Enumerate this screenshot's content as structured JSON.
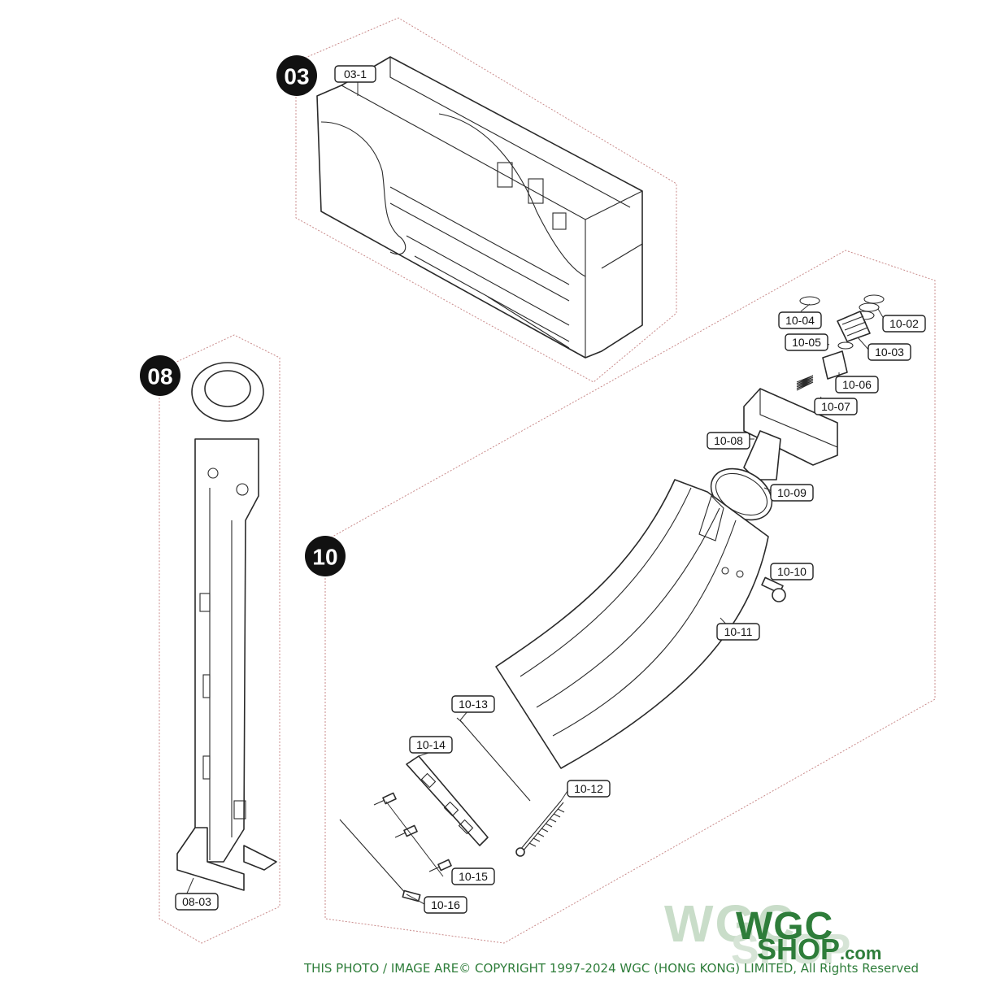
{
  "groups": [
    {
      "badge": "03"
    },
    {
      "badge": "08"
    },
    {
      "badge": "10"
    }
  ],
  "labels": [
    "03-1",
    "08-03",
    "10-02",
    "10-03",
    "10-04",
    "10-05",
    "10-06",
    "10-07",
    "10-08",
    "10-09",
    "10-10",
    "10-11",
    "10-12",
    "10-13",
    "10-14",
    "10-15",
    "10-16"
  ],
  "logo": {
    "line1": "WGC",
    "line2": "SHOP",
    "suffix": ".com",
    "ghost1": "WGC",
    "ghost2": "SHOP"
  },
  "copyright": "THIS PHOTO / IMAGE ARE© COPYRIGHT 1997-2024 WGC (HONG KONG) LIMITED, All Rights Reserved",
  "colors": {
    "brand_green": "#2e7d3a",
    "group_outline": "#c98a8a",
    "line_art": "#2a2a2a"
  }
}
